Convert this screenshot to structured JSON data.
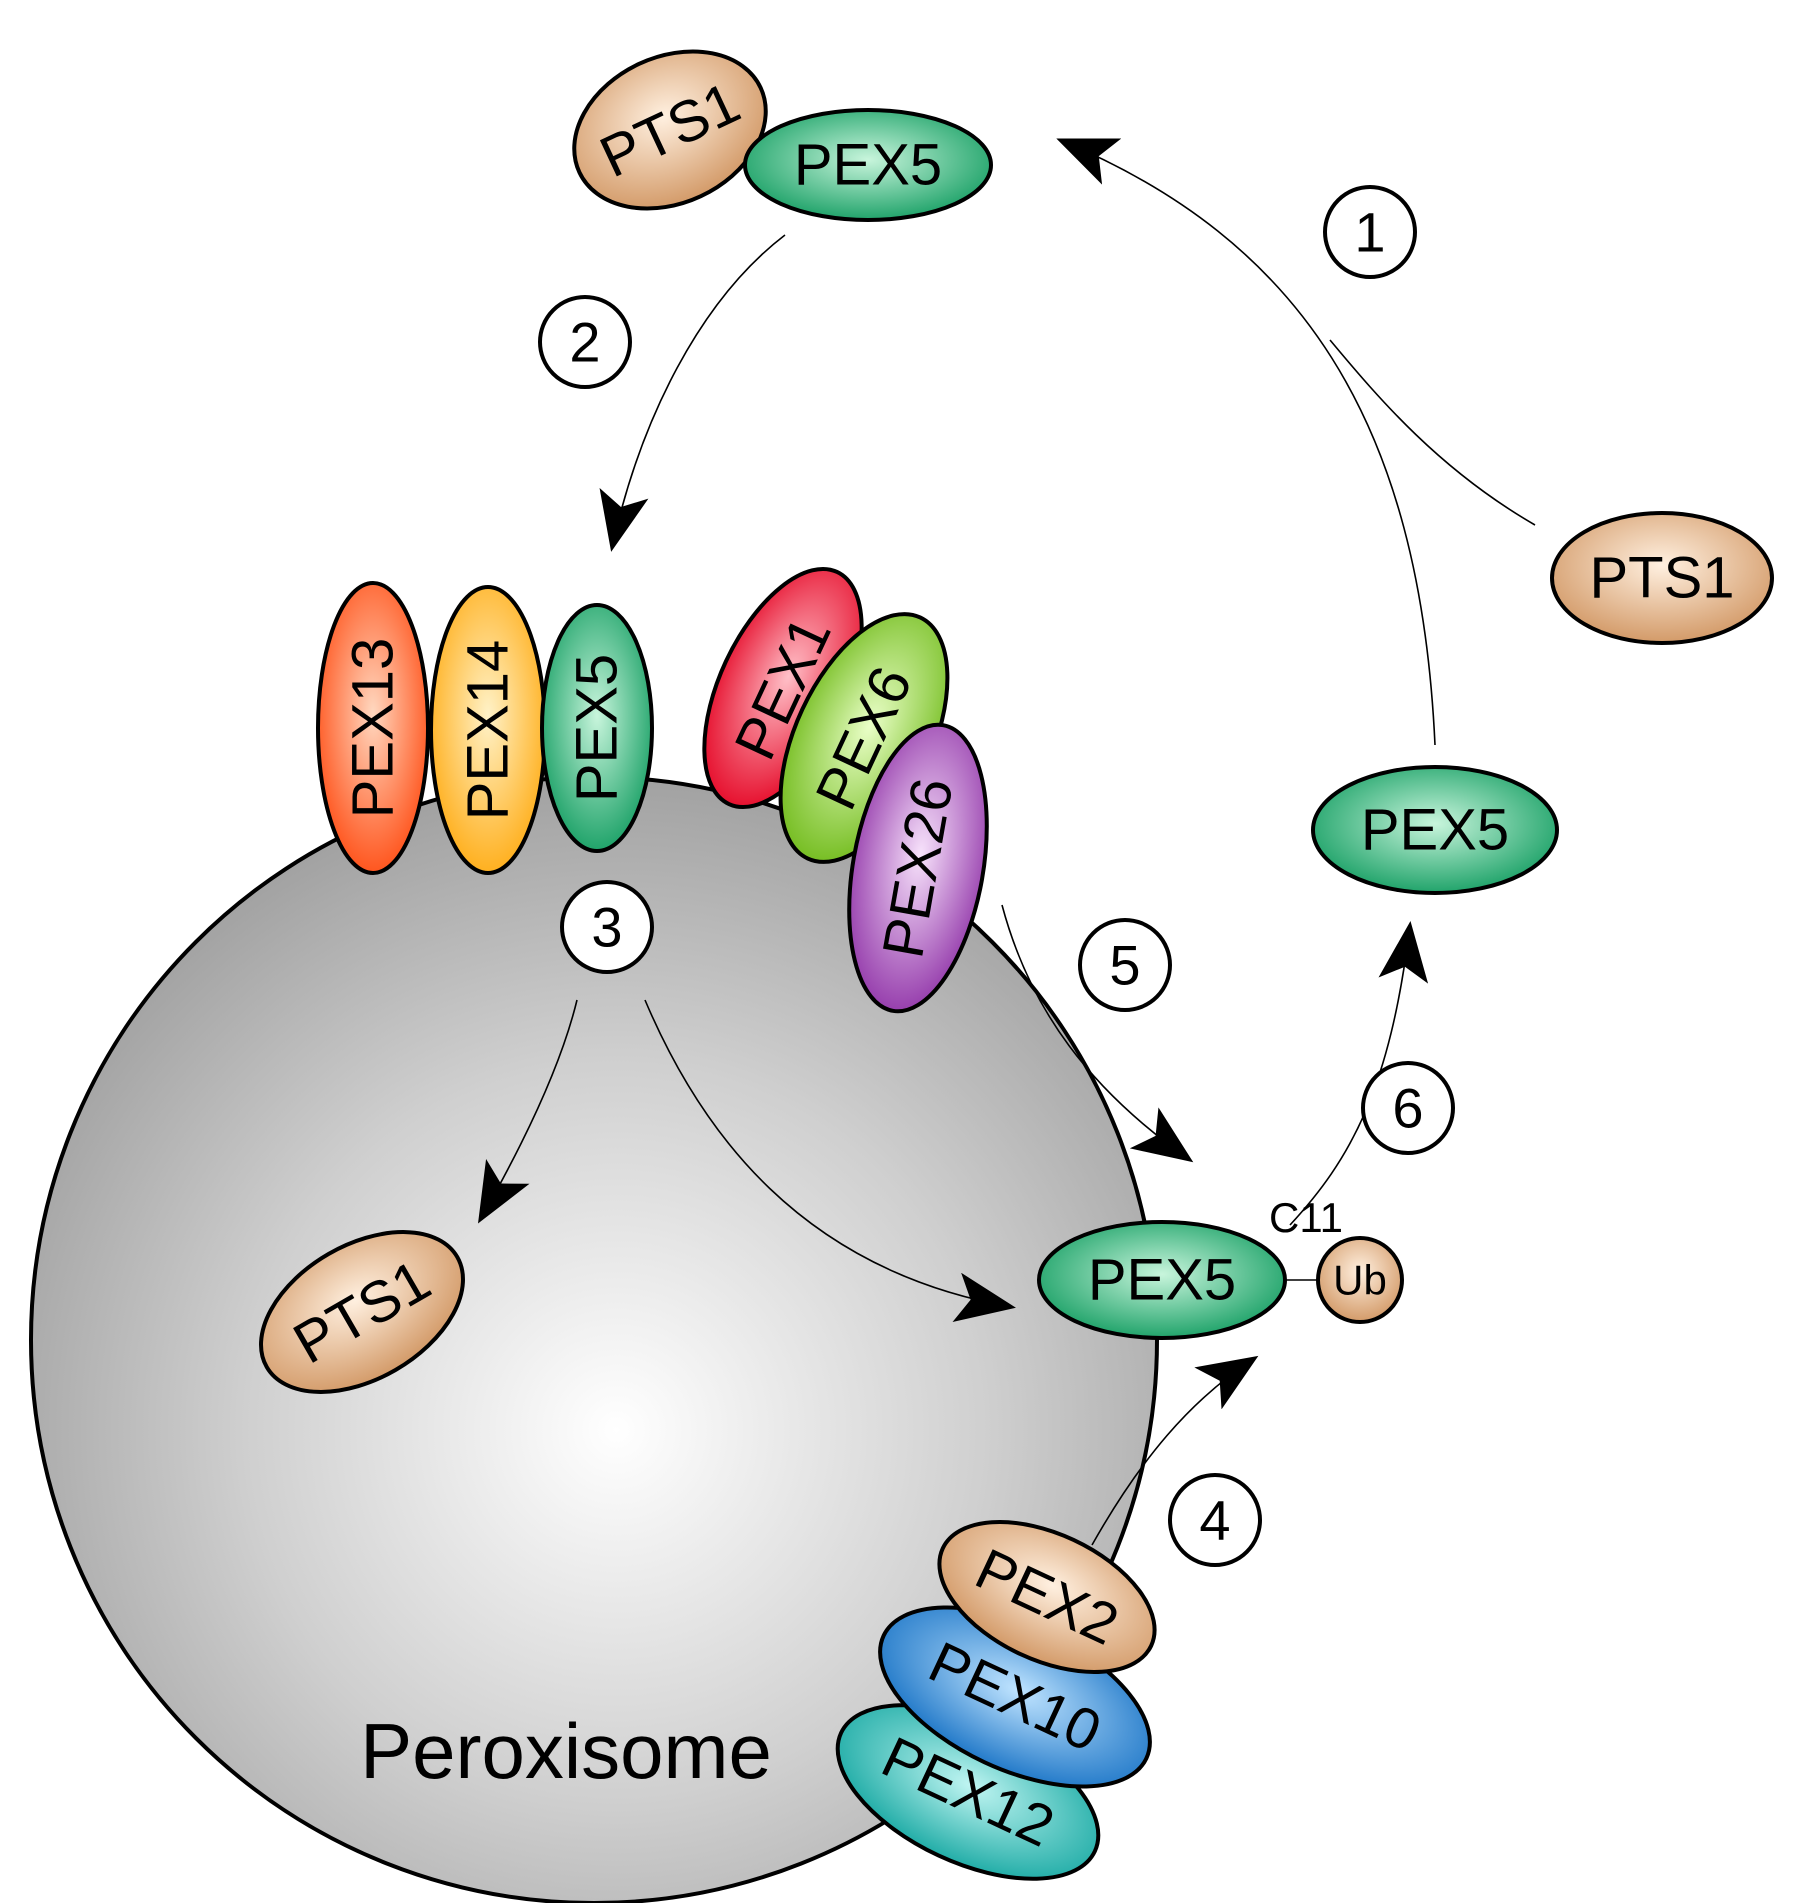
{
  "labels": {
    "pts1": "PTS1",
    "pex5": "PEX5",
    "pex13": "PEX13",
    "pex14": "PEX14",
    "pex1": "PEX1",
    "pex6": "PEX6",
    "pex26": "PEX26",
    "pex2": "PEX2",
    "pex10": "PEX10",
    "pex12": "PEX12",
    "ub": "Ub",
    "c11": "C11",
    "peroxisome": "Peroxisome"
  },
  "steps": [
    "1",
    "2",
    "3",
    "4",
    "5",
    "6"
  ],
  "colors": {
    "pts1": "#d9a374",
    "pex5": "#1fa56c",
    "pex13": "#ff5a1e",
    "pex14": "#ffb21e",
    "pex1": "#e8102a",
    "pex6": "#7cc21c",
    "pex26": "#9b3fb0",
    "pex2": "#d9a374",
    "pex10": "#1a7fd0",
    "pex12": "#1ab0aa",
    "peroxisome": "#a8a8a8"
  }
}
